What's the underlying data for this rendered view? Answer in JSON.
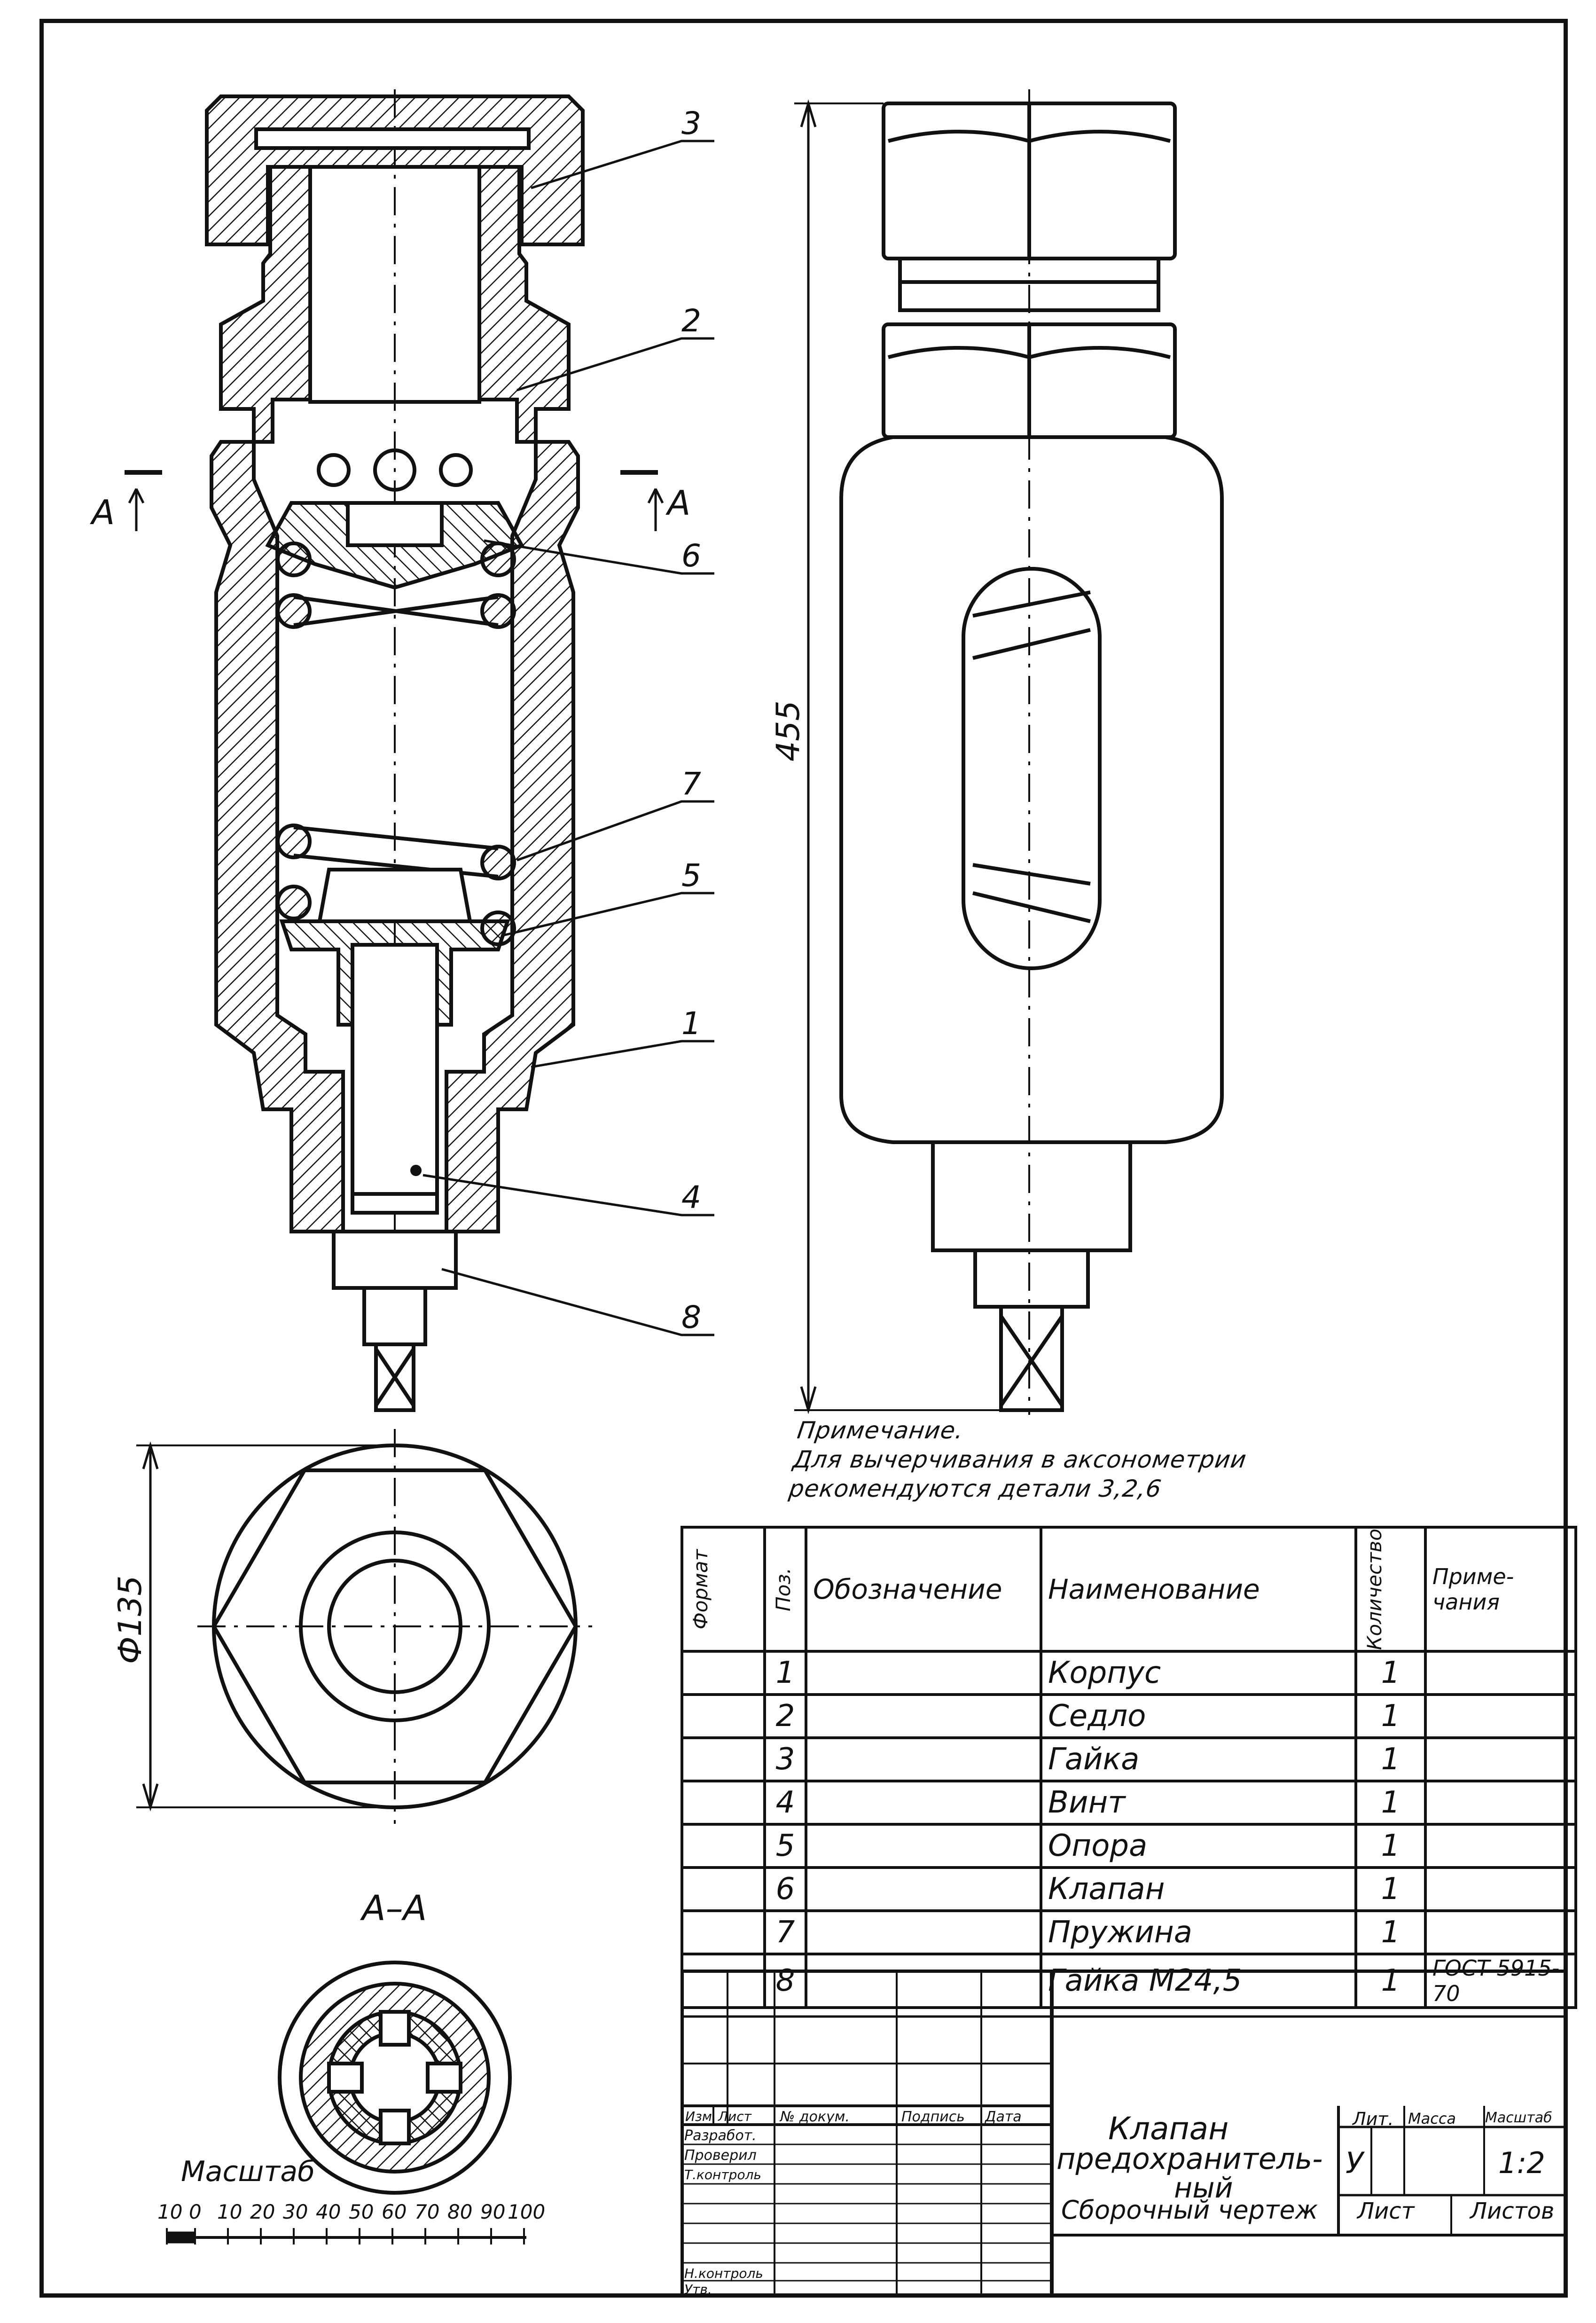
{
  "drawing": {
    "part_labels": [
      "3",
      "2",
      "6",
      "7",
      "5",
      "1",
      "4",
      "8"
    ],
    "section_mark": "A",
    "section_title": "А–А",
    "dim_height": "455",
    "dim_diameter": "Ф135"
  },
  "note": {
    "title": "Примечание.",
    "line1": "Для вычерчивания в аксонометрии",
    "line2": "рекомендуются детали 3,2,6"
  },
  "spec": {
    "headers": {
      "format": "Формат",
      "pos": "Поз.",
      "designation": "Обозначение",
      "name": "Наименование",
      "qty": "Количество",
      "notes": "Приме-чания"
    },
    "rows": [
      {
        "pos": "1",
        "name": "Корпус",
        "qty": "1",
        "note": ""
      },
      {
        "pos": "2",
        "name": "Седло",
        "qty": "1",
        "note": ""
      },
      {
        "pos": "3",
        "name": "Гайка",
        "qty": "1",
        "note": ""
      },
      {
        "pos": "4",
        "name": "Винт",
        "qty": "1",
        "note": ""
      },
      {
        "pos": "5",
        "name": "Опора",
        "qty": "1",
        "note": ""
      },
      {
        "pos": "6",
        "name": "Клапан",
        "qty": "1",
        "note": ""
      },
      {
        "pos": "7",
        "name": "Пружина",
        "qty": "1",
        "note": ""
      },
      {
        "pos": "8",
        "name": "Гайка М24,5",
        "qty": "1",
        "note": "ГОСТ 5915-70"
      }
    ]
  },
  "title_block": {
    "col_izm": "Изм",
    "col_list": "Лист",
    "col_docnum": "№ докум.",
    "col_sign": "Подпись",
    "col_date": "Дата",
    "role_developed": "Разработ.",
    "role_checked": "Проверил",
    "role_tcontrol": "Т.контроль",
    "role_ncontrol": "Н.контроль",
    "role_approved": "Утв.",
    "title_line1": "Клапан",
    "title_line2": "предохранитель-",
    "title_line3": "ный",
    "title_line4": "Сборочный чертеж",
    "lit_label": "Лит.",
    "mass_label": "Масса",
    "scale_label": "Масштаб",
    "lit_value": "У",
    "scale_value": "1:2",
    "sheet_label": "Лист",
    "sheets_label": "Листов"
  },
  "scale_bar": {
    "label": "Масштаб",
    "ticks": [
      "10",
      "0",
      "10",
      "20",
      "30",
      "40",
      "50",
      "60",
      "70",
      "80",
      "90",
      "100"
    ]
  }
}
